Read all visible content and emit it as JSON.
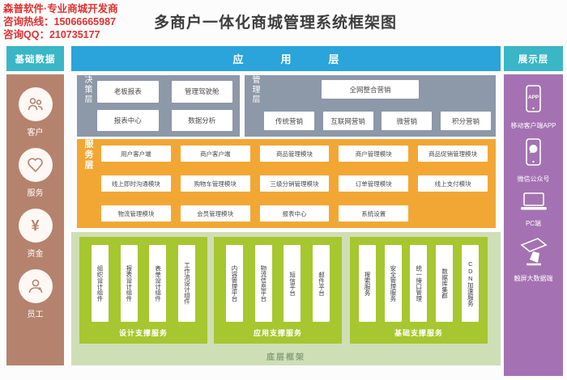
{
  "watermark": {
    "line1": "森普软件·专业商城开发商",
    "line2": "咨询热线：15066665987",
    "line3": "咨询QQ：210735177"
  },
  "title": "多商户一体化商城管理系统框架图",
  "left_panel": {
    "header": "基础数据",
    "items": [
      {
        "label": "客户",
        "icon": "customers-icon"
      },
      {
        "label": "服务",
        "icon": "service-heart-icon"
      },
      {
        "label": "资金",
        "icon": "funds-yen-icon",
        "icon_glyph": "¥"
      },
      {
        "label": "员工",
        "icon": "staff-icon"
      }
    ]
  },
  "app_bar": {
    "label": "应用层"
  },
  "decision_layer": {
    "label": "决策层",
    "boxes": [
      "老板报表",
      "管理驾驶舱",
      "报表中心",
      "数据分析"
    ]
  },
  "management_layer": {
    "label": "管理层",
    "top_box": "全网整合营销",
    "boxes": [
      "传统营销",
      "互联网营销",
      "微营销",
      "积分营销"
    ]
  },
  "service_layer": {
    "label": "服务层",
    "rows": [
      [
        "用户客户端",
        "商户客户端",
        "商品管理模块",
        "商户管理模块",
        "商品促销管理模块"
      ],
      [
        "线上即时沟通模块",
        "购物车管理模块",
        "三级分销管理模块",
        "订单管理模块",
        "线上支付模块"
      ],
      [
        "物流管理模块",
        "会员管理模块",
        "报表中心",
        "系统设置"
      ]
    ]
  },
  "support_layer": {
    "bottom_label": "底层框架",
    "groups": [
      {
        "label": "设计支撑服务",
        "items": [
          "组织设计组件",
          "报表设计组件",
          "表单设计组件",
          "工作流设计组件"
        ]
      },
      {
        "label": "应用支撑服务",
        "items": [
          "内容管理平台",
          "物流信息平台",
          "短信平台",
          "邮件平台"
        ]
      },
      {
        "label": "基础支撑服务",
        "items": [
          "搜索服务",
          "安全管理服务",
          "统一接口管理",
          "数据库集群",
          "CDN加速服务"
        ]
      }
    ]
  },
  "right_panel": {
    "header": "展示层",
    "items": [
      {
        "label": "移动客户端APP",
        "icon": "mobile-app-icon",
        "icon_text": "APP"
      },
      {
        "label": "微信公众号",
        "icon": "wechat-icon"
      },
      {
        "label": "PC端",
        "icon": "pc-icon"
      },
      {
        "label": "触屏大数据端",
        "icon": "touchscreen-kiosk-icon"
      }
    ]
  },
  "colors": {
    "teal_header": "#3ab6c6",
    "brown_sidebar": "#b5836d",
    "blue_app_bar": "#2aa4da",
    "gray_layer": "#8d98a8",
    "orange_layer": "#f2a735",
    "light_green": "#cedfb6",
    "green_group": "#a6c72f",
    "purple_panel": "#a472b2",
    "watermark_red": "#e03030"
  }
}
